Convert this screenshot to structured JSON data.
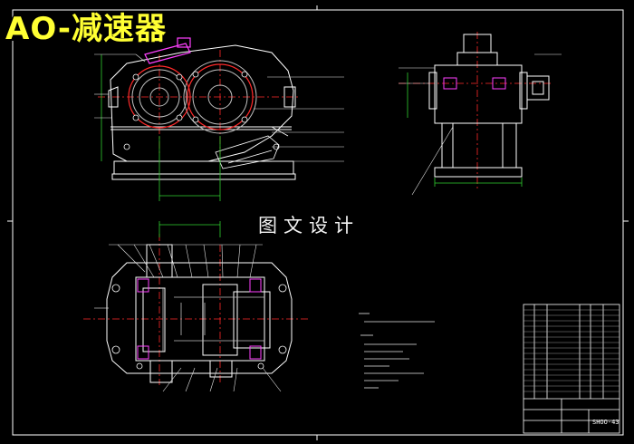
{
  "title": "AO-减速器",
  "watermark": "图文设计",
  "title_block": {
    "code": "SHOO-43"
  },
  "colors": {
    "background": "#000000",
    "title": "#ffff33",
    "outline": "#ffffff",
    "center_line": "#ff2a2a",
    "leader": "#e6e6e6",
    "dimension": "#30d030",
    "highlight": "#ff40ff",
    "gear": "#c0c0c0"
  }
}
